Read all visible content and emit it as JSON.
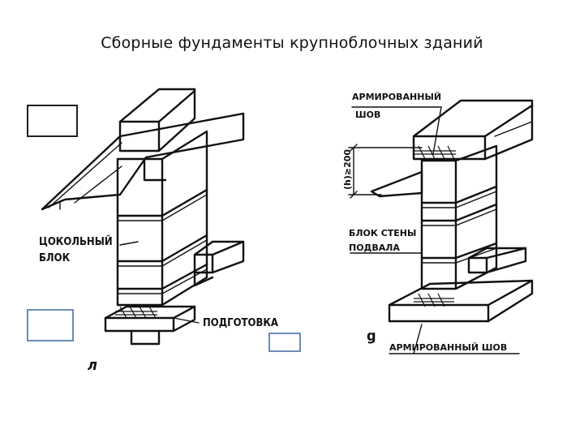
{
  "title": "Сборные фундаменты крупноблочных зданий",
  "labels": {
    "plinth_block_line1": "ЦОКОЛЬНЫЙ",
    "plinth_block_line2": "БЛОК",
    "preparation": "ПОДГОТОВКА",
    "fig_a": "л",
    "reinforced_seam_top_line1": "АРМИРОВАННЫЙ",
    "reinforced_seam_top_line2": "ШОВ",
    "dimension": "(h)≥200",
    "basement_block_line1": "БЛОК СТЕНЫ",
    "basement_block_line2": "ПОДВАЛА",
    "reinforced_seam_bottom": "АРМИРОВАННЫЙ ШОВ",
    "fig_b": "g"
  },
  "colors": {
    "ink": "#111111",
    "box_outline": "#1f1f1f",
    "box_blue": "#4a6fa5"
  }
}
